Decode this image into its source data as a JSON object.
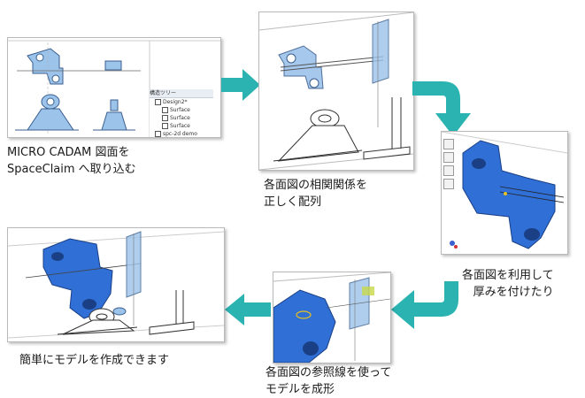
{
  "steps": [
    {
      "caption_lines": [
        "MICRO CADAM 図面を",
        "SpaceClaim へ取り込む"
      ]
    },
    {
      "caption_lines": [
        "各面図の相関関係を",
        "正しく配列"
      ]
    },
    {
      "caption_lines": [
        "各面図を利用して",
        "厚みを付けたり"
      ]
    },
    {
      "caption_lines": [
        "各面図の参照線を使って",
        "モデルを成形"
      ]
    },
    {
      "caption_lines": [
        "簡単にモデルを作成できます"
      ]
    }
  ],
  "structure_tree": {
    "header": "構造ツリー",
    "items": [
      {
        "label": "Design2*",
        "level": 1
      },
      {
        "label": "Surface",
        "level": 2
      },
      {
        "label": "Surface",
        "level": 2
      },
      {
        "label": "Surface",
        "level": 2
      },
      {
        "label": "spc-2d demo",
        "level": 1
      }
    ]
  },
  "colors": {
    "arrow": "#2ab3b1",
    "model_blue": "#2f6fd6",
    "model_light_blue": "#8ab8e8",
    "line": "#444444"
  }
}
